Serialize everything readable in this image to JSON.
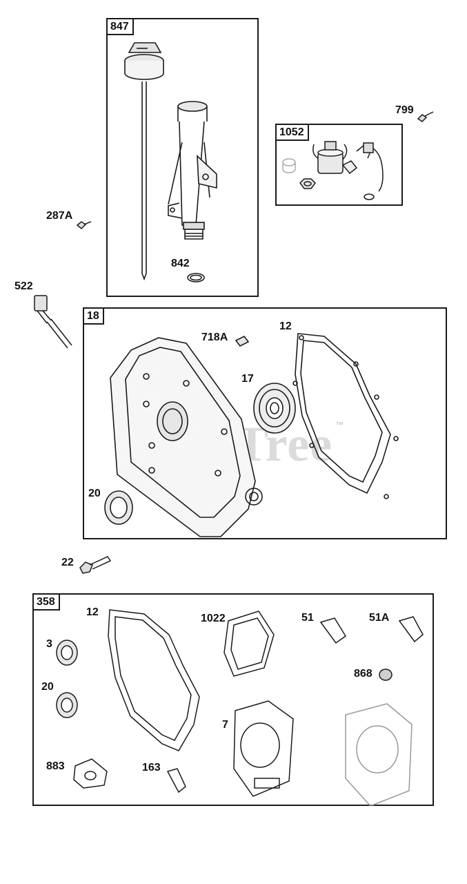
{
  "watermark": {
    "text": "PartsTree",
    "trademark": "™"
  },
  "boxes": {
    "box_847": {
      "tag": "847"
    },
    "box_1052": {
      "tag": "1052"
    },
    "box_18": {
      "tag": "18"
    },
    "box_358": {
      "tag": "358"
    }
  },
  "labels": {
    "l_287A": "287A",
    "l_842": "842",
    "l_799": "799",
    "l_522": "522",
    "l_718A": "718A",
    "l_12a": "12",
    "l_17": "17",
    "l_20a": "20",
    "l_22": "22",
    "l_12b": "12",
    "l_1022": "1022",
    "l_51": "51",
    "l_51A": "51A",
    "l_3": "3",
    "l_20b": "20",
    "l_868": "868",
    "l_7": "7",
    "l_883": "883",
    "l_163": "163"
  }
}
